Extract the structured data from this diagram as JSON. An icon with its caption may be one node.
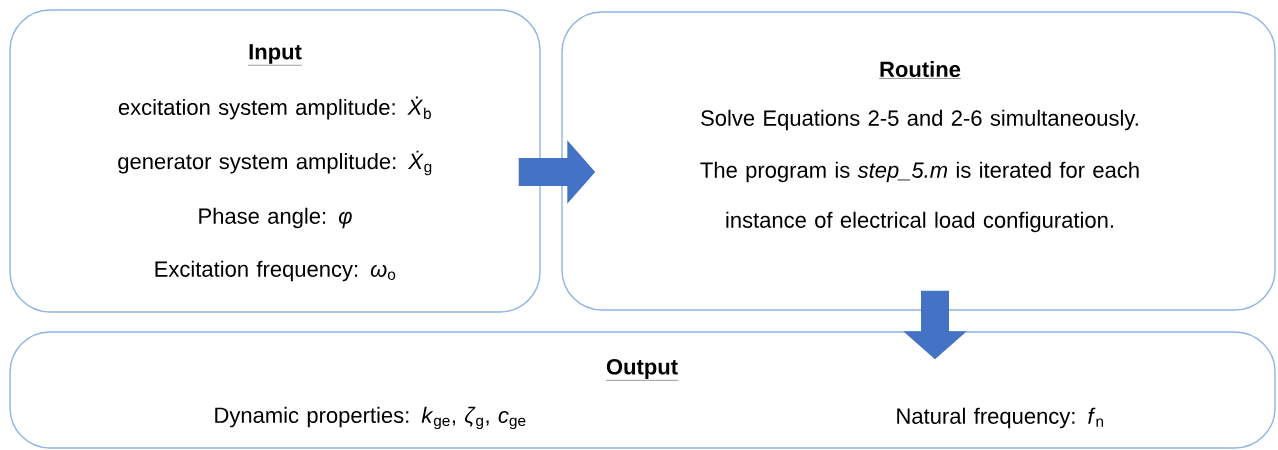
{
  "diagram": {
    "nodes": [
      {
        "text": [
          "Input",
          "excitation system amplitude: *Ẋ*$_{b}$",
          "generator system amplitude: *Ẋ*$_{g}$",
          "Phase angle: *φ*",
          "Excitation frequency: *ω*$_{o}$"
        ]
      },
      {
        "text": [
          "Routine",
          "Solve Equations 2-5 and 2-6 simultaneously.",
          "The program is *step_5.m* is iterated for each instance of electrical load configuration."
        ]
      },
      {
        "text": [
          "Output",
          "Dynamic properties: *k*$_{ge}$, *ζ*$_{g}$, *c*$_{ge}$",
          "Natural frequency: *f*$_{n}$"
        ]
      }
    ],
    "edges": [
      {
        "from": 0,
        "to": 1,
        "arrow": "to"
      },
      {
        "from": 1,
        "to": 2,
        "arrow": "to"
      }
    ]
  }
}
